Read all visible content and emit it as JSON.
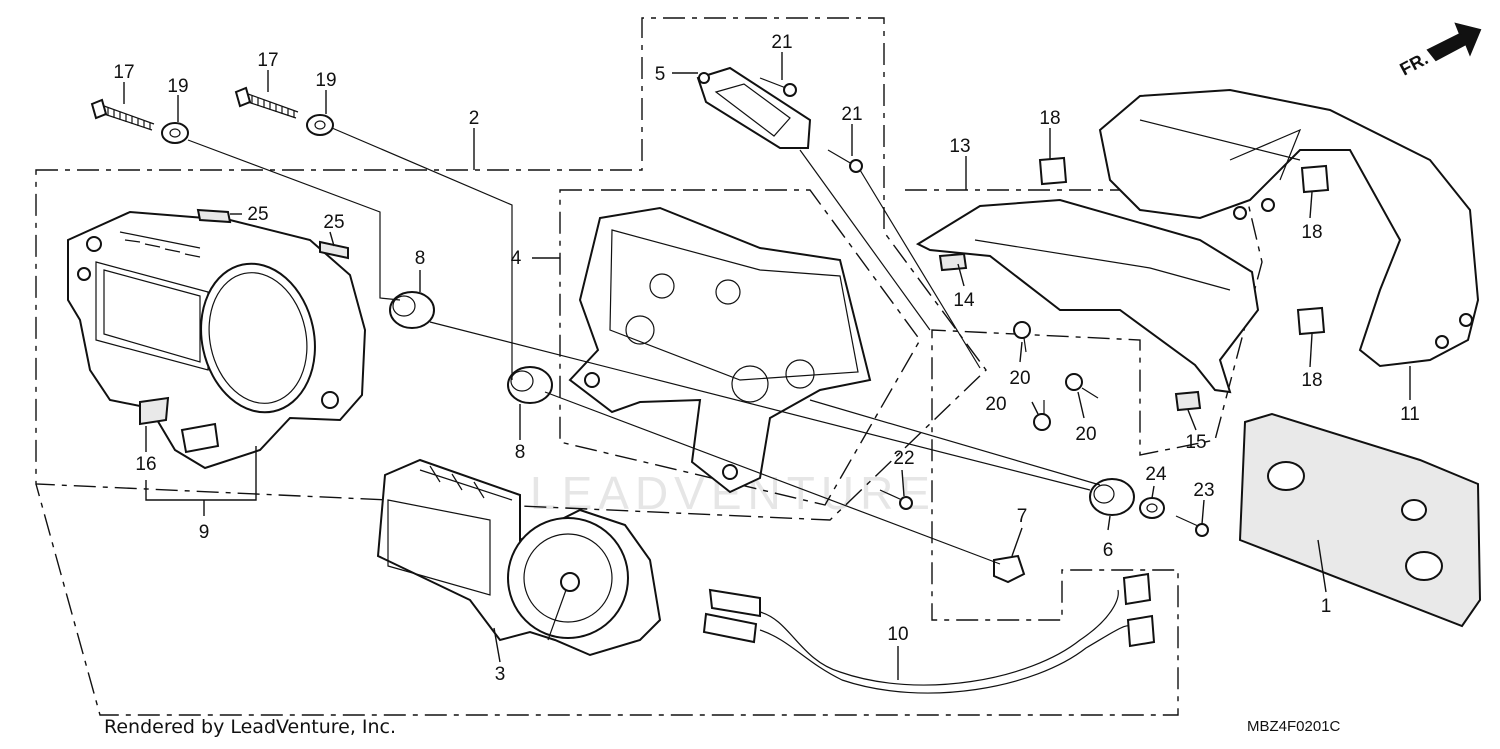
{
  "callouts": [
    "1",
    "2",
    "3",
    "4",
    "5",
    "6",
    "7",
    "8",
    "8",
    "9",
    "10",
    "11",
    "13",
    "14",
    "15",
    "16",
    "17",
    "17",
    "18",
    "18",
    "18",
    "19",
    "19",
    "20",
    "20",
    "20",
    "21",
    "21",
    "22",
    "23",
    "24",
    "25",
    "25"
  ],
  "direction_label": "FR.",
  "watermark": "LEADVENTURE",
  "credit": "Rendered by LeadVenture, Inc.",
  "diagram_code": "MBZ4F0201C"
}
